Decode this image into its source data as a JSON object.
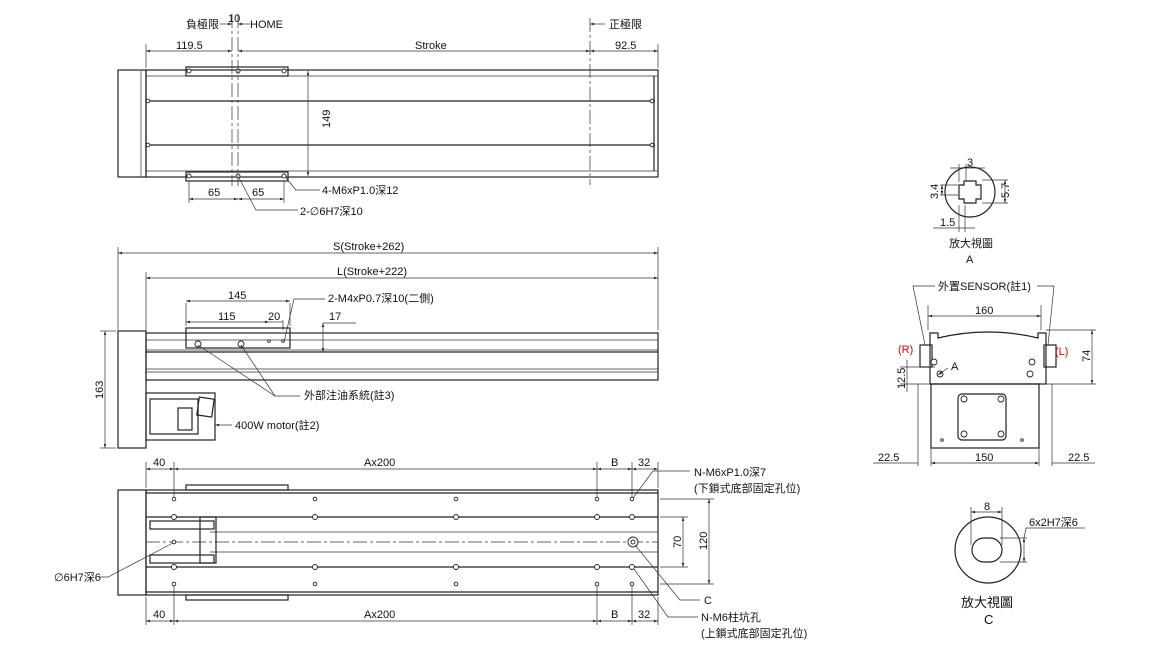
{
  "top_view": {
    "neg_limit": "負極限",
    "home_offset": "10",
    "home": "HOME",
    "pos_limit": "正極限",
    "dim_left": "119.5",
    "dim_stroke": "Stroke",
    "dim_right": "92.5",
    "dim_width": "149",
    "dim_65_a": "65",
    "dim_65_b": "65",
    "note_tap": "4-M6xP1.0深12",
    "note_pin": "2-∅6H7深10"
  },
  "side_view": {
    "dim_s": "S(Stroke+262)",
    "dim_l": "L(Stroke+222)",
    "dim_145": "145",
    "dim_115": "115",
    "dim_20": "20",
    "dim_17": "17",
    "dim_163": "163",
    "note_m4": "2-M4xP0.7深10(二側)",
    "note_oil": "外部注油系統(註3)",
    "note_motor": "400W motor(註2)"
  },
  "bottom_view": {
    "dim_40": "40",
    "dim_a": "Ax200",
    "dim_b": "B",
    "dim_32": "32",
    "dim_70": "70",
    "dim_120": "120",
    "note_lower_1": "N-M6xP1.0深7",
    "note_lower_2": "(下鎖式底部固定孔位)",
    "note_pin": "∅6H7深6",
    "note_c": "C",
    "note_upper_1": "N-M6柱坑孔",
    "note_upper_2": "(上鎖式底部固定孔位)"
  },
  "detail_a": {
    "dim_3": "3",
    "dim_34": "3.4",
    "dim_57": "5.7",
    "dim_15": "1.5",
    "title": "放大視圖",
    "letter": "A"
  },
  "front_view": {
    "sensor": "外置SENSOR(註1)",
    "dim_160": "160",
    "dim_74": "74",
    "right_label": "(R)",
    "left_label": "(L)",
    "mark_a": "A",
    "dim_125": "12.5",
    "dim_225_l": "22.5",
    "dim_150": "150",
    "dim_225_r": "22.5",
    "accent": "#e00000"
  },
  "detail_c": {
    "dim_8": "8",
    "note": "6x2H7深6",
    "title": "放大視圖",
    "letter": "C"
  }
}
